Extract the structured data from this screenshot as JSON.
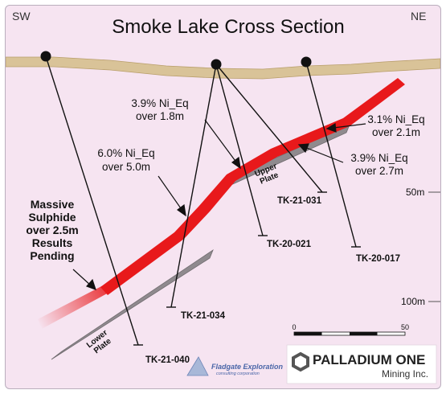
{
  "title": "Smoke Lake Cross Section",
  "orientation": {
    "left": "SW",
    "right": "NE"
  },
  "intercepts": [
    {
      "grade": "3.9% Ni_Eq",
      "interval": "over 1.8m"
    },
    {
      "grade": "6.0% Ni_Eq",
      "interval": "over 5.0m"
    },
    {
      "grade": "3.1% Ni_Eq",
      "interval": "over 2.1m"
    },
    {
      "grade": "3.9% Ni_Eq",
      "interval": "over 2.7m"
    }
  ],
  "pending_note": [
    "Massive",
    "Sulphide",
    "over 2.5m",
    "Results",
    "Pending"
  ],
  "plates": {
    "upper": [
      "Upper",
      "Plate"
    ],
    "lower": [
      "Lower",
      "Plate"
    ]
  },
  "drill_holes": [
    "TK-21-031",
    "TK-20-021",
    "TK-20-017",
    "TK-21-034",
    "TK-21-040"
  ],
  "depth_labels": [
    "50m",
    "100m"
  ],
  "scale_bar": {
    "start": "0",
    "end": "50"
  },
  "logos": {
    "fladgate": {
      "name": "Fladgate Exploration",
      "sub": "consulting corporation"
    },
    "palladium": {
      "name": "PALLADIUM ONE",
      "sub": "Mining Inc."
    }
  },
  "colors": {
    "background": "#f6e4f1",
    "surface": "#d9c398",
    "mineralized_zone": "#e8191b",
    "plate_fill": "#8f8a8e",
    "drill_line": "#111111"
  }
}
